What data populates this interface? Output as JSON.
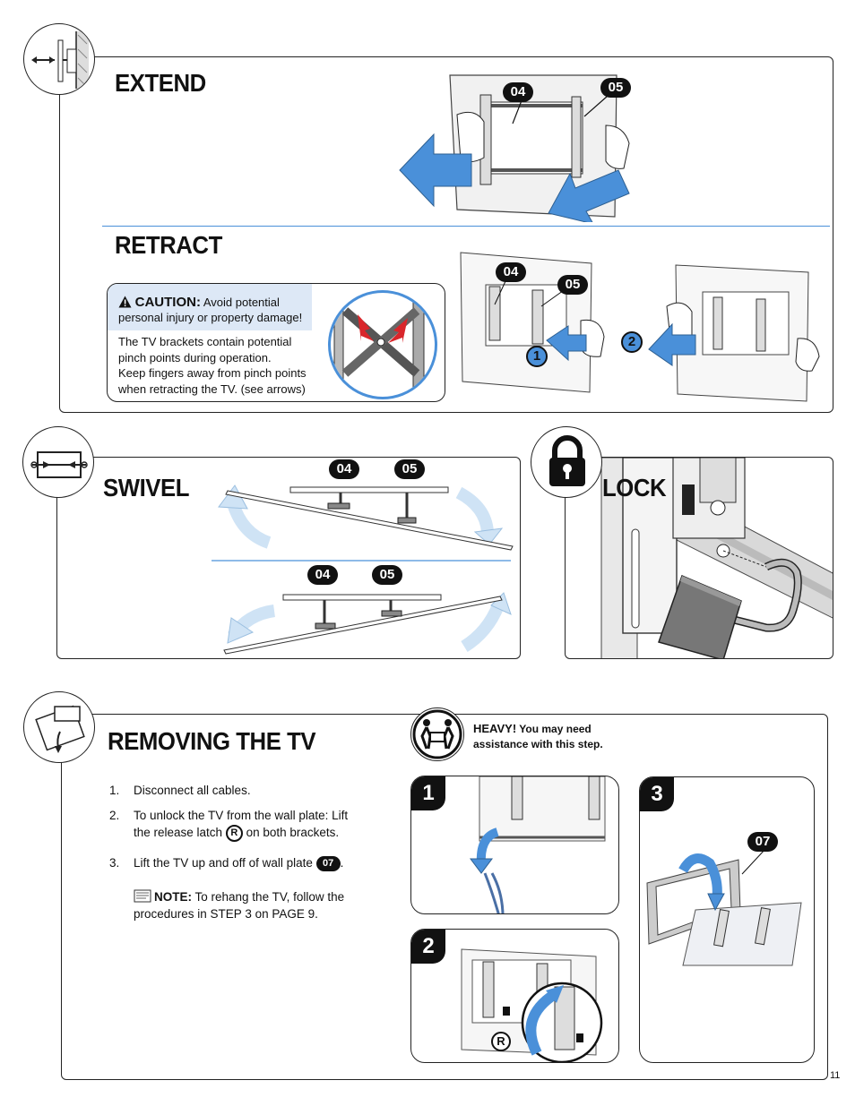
{
  "sections": {
    "extend": {
      "title": "EXTEND",
      "callouts": [
        "04",
        "05"
      ]
    },
    "retract": {
      "title": "RETRACT",
      "callouts": [
        "04",
        "05"
      ],
      "steps": [
        "1",
        "2"
      ],
      "caution": {
        "label": "CAUTION:",
        "headline_rest": "Avoid potential",
        "headline_line2": "personal injury or property damage!",
        "body": [
          "The TV brackets contain potential",
          "pinch points during operation.",
          "Keep fingers away from pinch points",
          "when retracting the TV. (see arrows)"
        ]
      }
    },
    "swivel": {
      "title": "SWIVEL",
      "callouts_top": [
        "04",
        "05"
      ],
      "callouts_bottom": [
        "04",
        "05"
      ]
    },
    "lock": {
      "title": "LOCK"
    },
    "removing": {
      "title": "REMOVING THE TV",
      "heavy": {
        "label": "HEAVY!",
        "text_line1": "You may need",
        "text_line2": "assistance with this step."
      },
      "steps": [
        {
          "num": "1.",
          "text": "Disconnect all cables."
        },
        {
          "num": "2.",
          "text_before": "To unlock the TV from the wall plate: Lift the release latch",
          "badge": "R",
          "text_after": "on both brackets."
        },
        {
          "num": "3.",
          "text_before": "Lift the TV up and off of wall plate",
          "badge": "07",
          "text_after": "."
        }
      ],
      "note": {
        "label": "NOTE:",
        "text": "To rehang the TV, follow the procedures in STEP 3 on PAGE 9."
      },
      "figures": [
        {
          "num": "1"
        },
        {
          "num": "2",
          "latch": "R"
        },
        {
          "num": "3",
          "callout": "07"
        }
      ]
    }
  },
  "page_number": "11",
  "colors": {
    "arrow_blue": "#4a90d9",
    "light_blue_arrow": "#cfe3f5",
    "pinch_red": "#d9262b",
    "divider_blue": "#4a90d9",
    "caution_bg": "#dde8f6"
  }
}
